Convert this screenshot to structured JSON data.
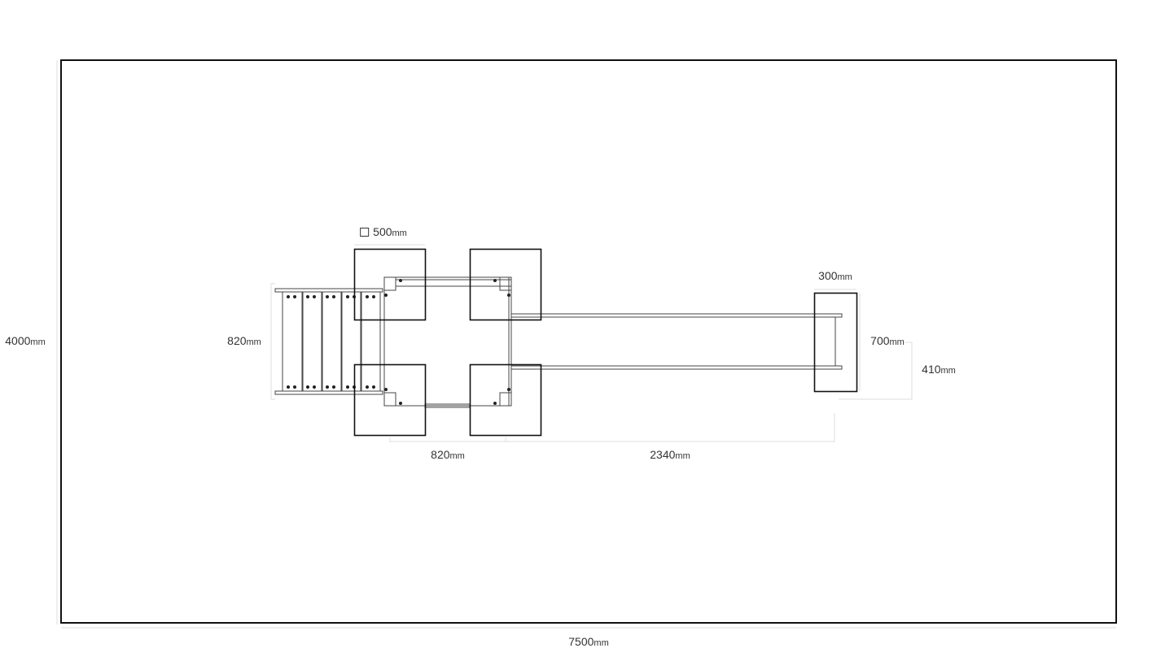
{
  "drawing": {
    "unit": "mm",
    "dimensions": {
      "total_width": "7500",
      "total_height": "4000",
      "block_size": "500",
      "stair_width": "820",
      "frame_width": "820",
      "rail_length": "2340",
      "end_block_width": "300",
      "end_block_length": "700",
      "rail_spacing": "410"
    }
  }
}
